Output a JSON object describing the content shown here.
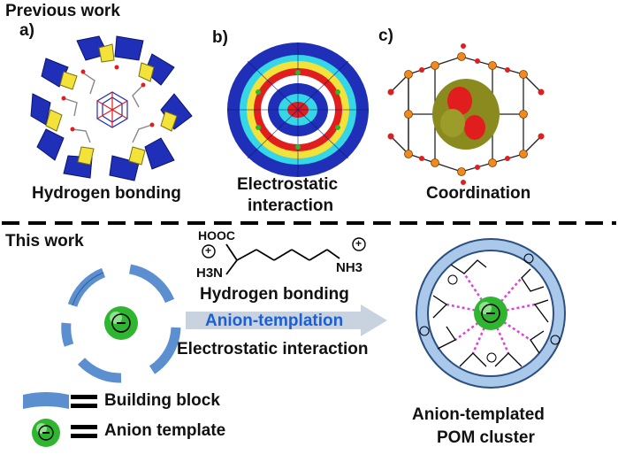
{
  "top": {
    "heading": "Previous work",
    "panels": [
      {
        "letter": "a)",
        "caption": "Hydrogen bonding"
      },
      {
        "letter": "b)",
        "caption_line1": "Electrostatic",
        "caption_line2": "interaction"
      },
      {
        "letter": "c)",
        "caption": "Coordination"
      }
    ]
  },
  "bottom": {
    "heading": "This work",
    "molecule": {
      "acid_group": "HOOC",
      "left_amine": "H3N",
      "right_amine": "NH3",
      "charge_symbol": "+"
    },
    "arrow_text_top": "Hydrogen bonding",
    "arrow_label": "Anion-templation",
    "arrow_text_bottom": "Electrostatic interaction",
    "legend": [
      {
        "icon": "building-block",
        "label": "Building block"
      },
      {
        "icon": "anion-sphere",
        "label": "Anion template"
      }
    ],
    "result_line1": "Anion-templated",
    "result_line2": "POM cluster"
  },
  "colors": {
    "polyhedra_blue": "#1f2fb8",
    "polyhedra_yellow": "#f2e23a",
    "polyhedra_cyan": "#35d6e6",
    "red": "#e01e1e",
    "orange": "#f08a1e",
    "olive": "#8a8a1e",
    "anion_green": "#2fb52f",
    "block_blue": "#5b8fd0",
    "ring_blue": "#a9c8ea",
    "arrow_gray": "#c9d3e0",
    "label_blue": "#1a5fd6",
    "hbond_pink": "#e040e0"
  }
}
